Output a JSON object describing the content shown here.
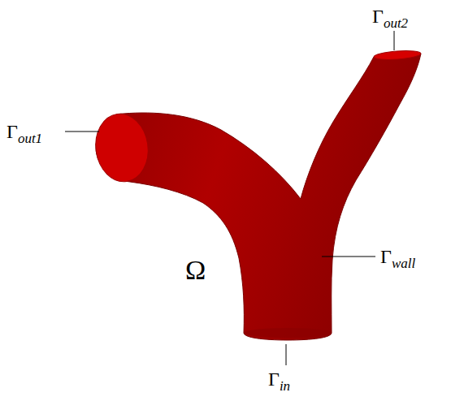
{
  "diagram": {
    "labels": [
      "Γout2",
      "Γout1",
      "Ω",
      "Γwall",
      "Γin"
    ]
  }
}
